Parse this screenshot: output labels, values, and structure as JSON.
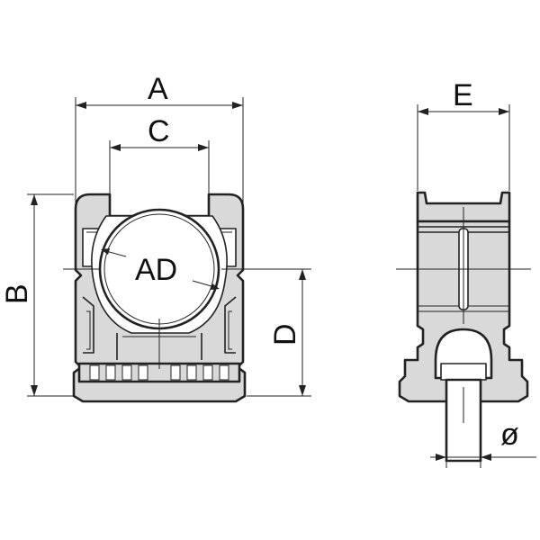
{
  "labels": {
    "a": "A",
    "b": "B",
    "c": "C",
    "d": "D",
    "e": "E",
    "ad": "AD",
    "dia": "ø"
  },
  "colors": {
    "outline": "#222222",
    "body_fill": "#d9d9d9",
    "background": "#ffffff"
  }
}
